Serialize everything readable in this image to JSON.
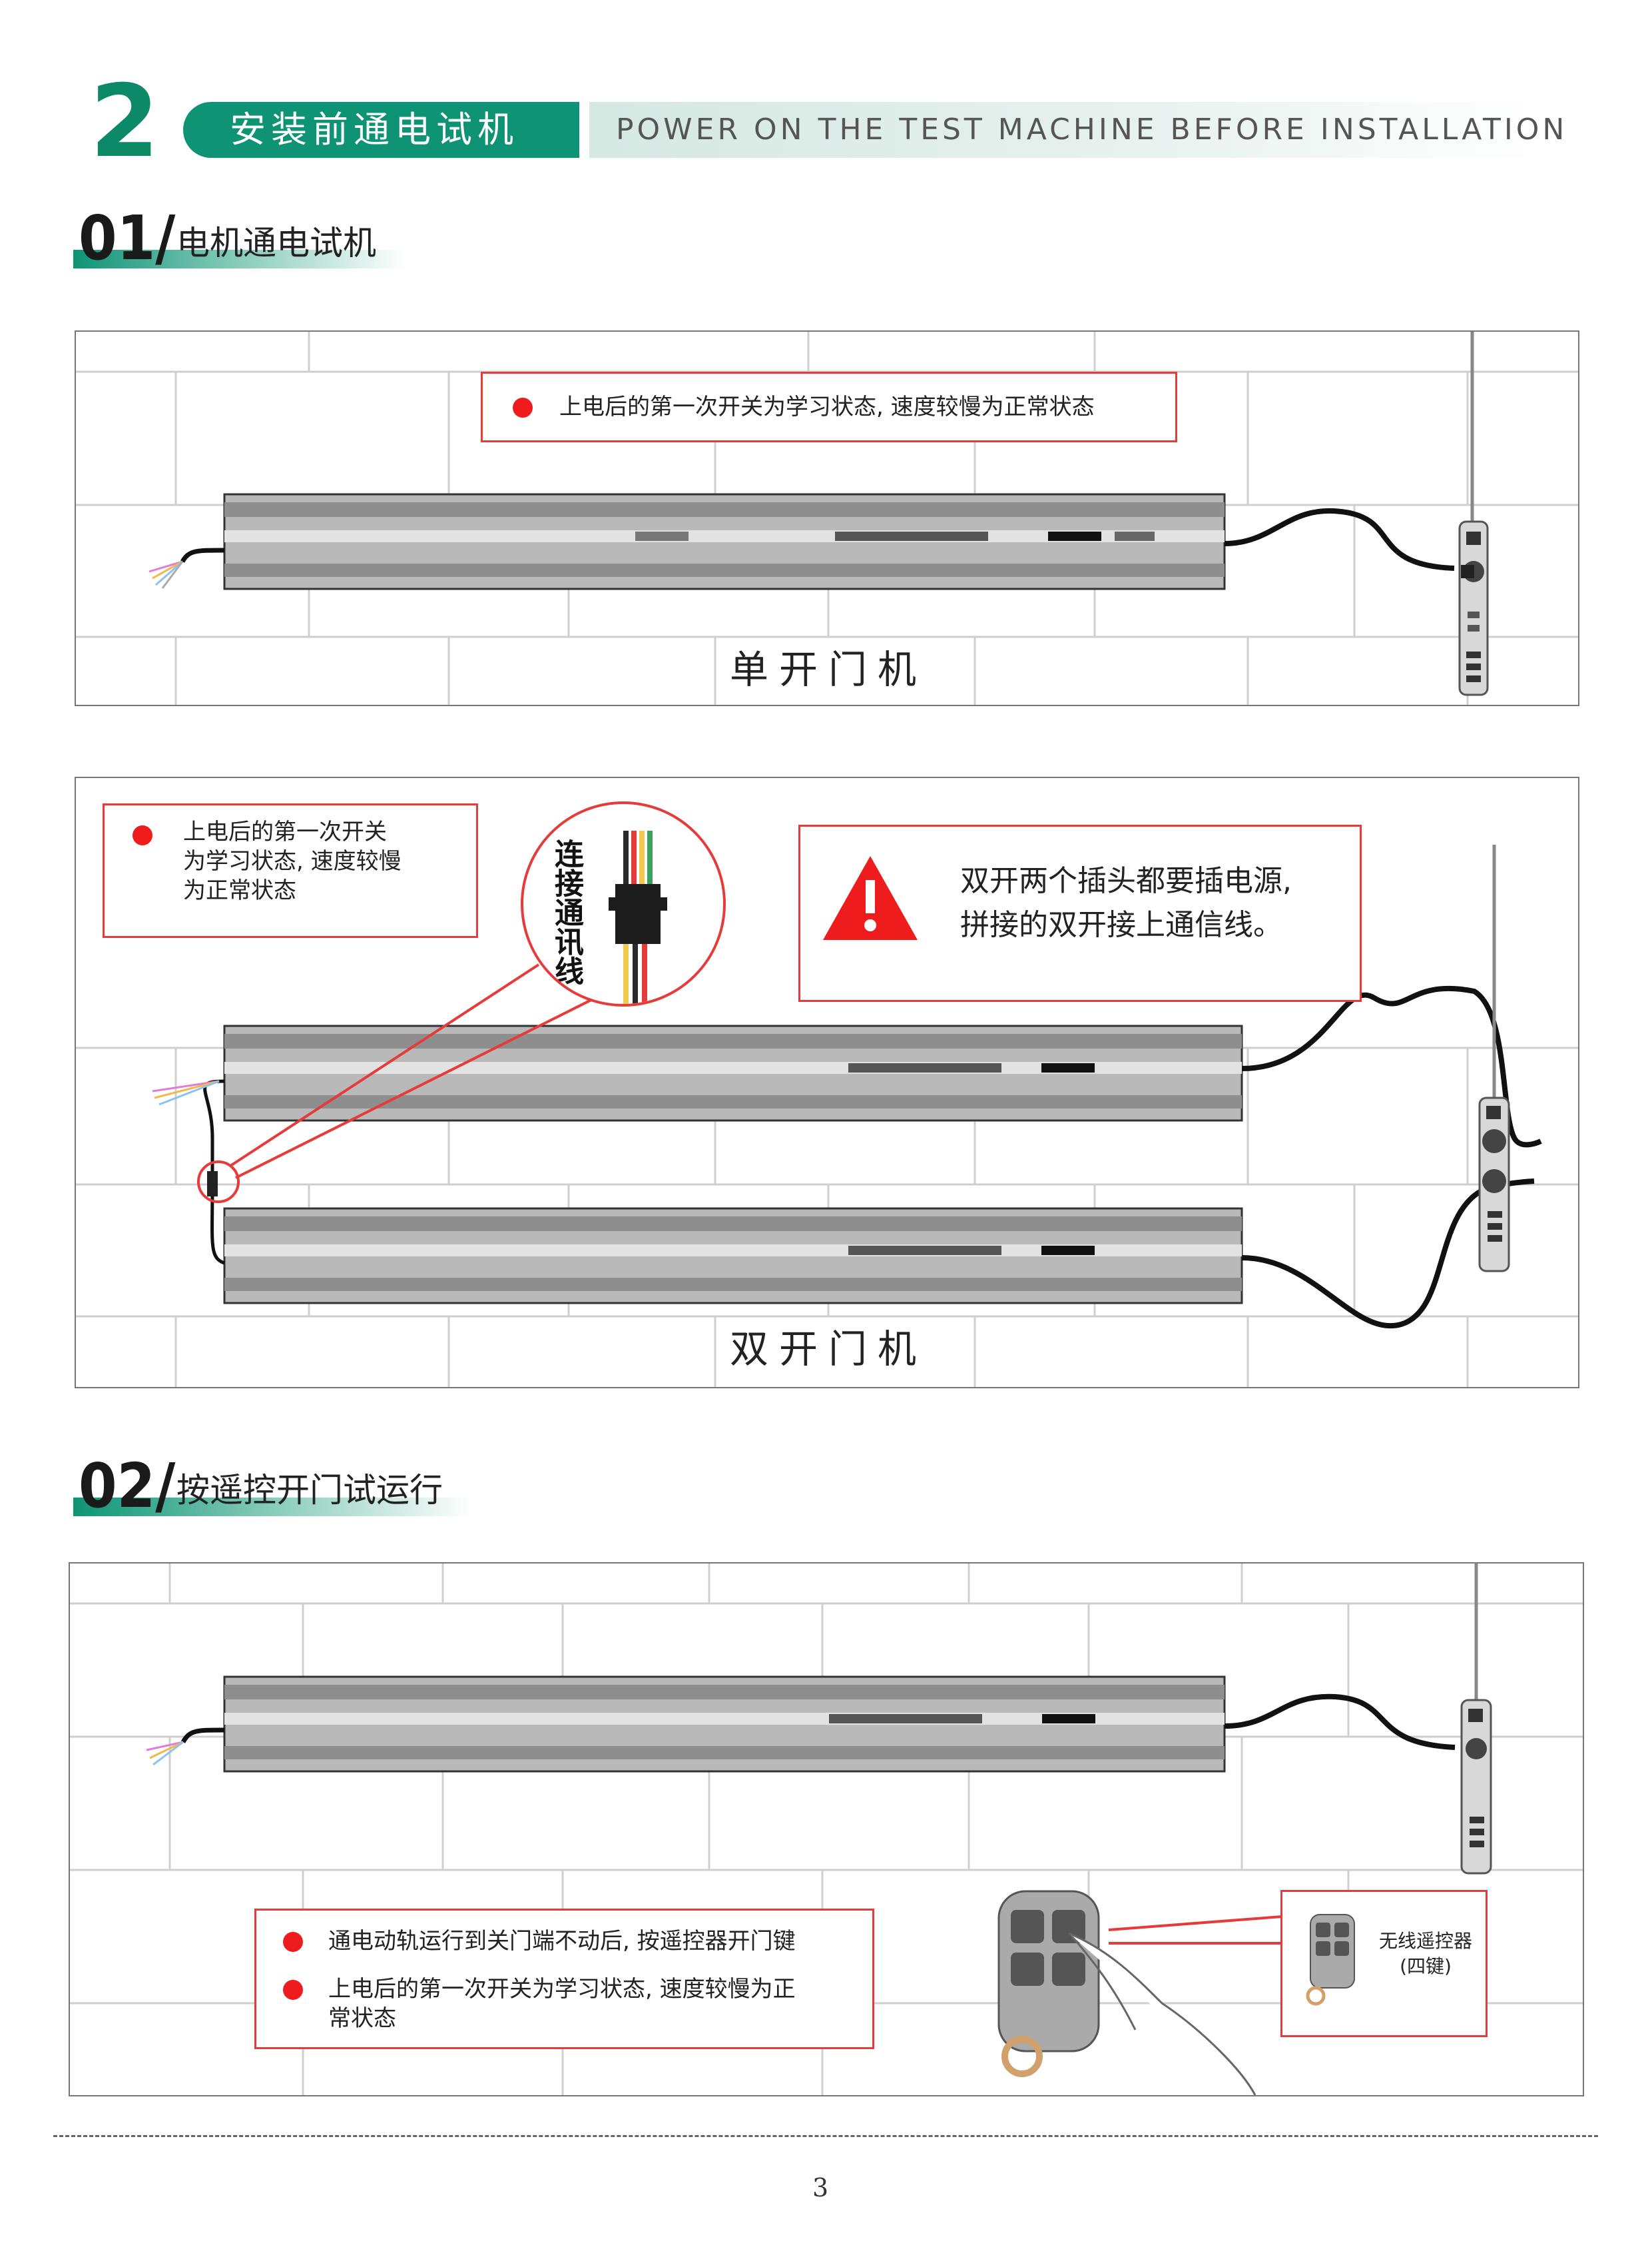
{
  "section": {
    "number": "2",
    "title_cn": "安装前通电试机",
    "title_en": "POWER ON THE TEST MACHINE BEFORE INSTALLATION"
  },
  "step1": {
    "number": "01/",
    "title": "电机通电试机",
    "panel_single": {
      "note": "上电后的第一次开关为学习状态, 速度较慢为正常状态",
      "caption": "单开门机"
    },
    "panel_double": {
      "note_lines": [
        "上电后的第一次开关",
        "为学习状态, 速度较慢",
        "为正常状态"
      ],
      "connector_label": "连接通讯线",
      "warning_lines": [
        "双开两个插头都要插电源,",
        "拼接的双开接上通信线。"
      ],
      "caption": "双开门机"
    }
  },
  "step2": {
    "number": "02/",
    "title": "按遥控开门试运行",
    "notes": [
      [
        "通电动轨运行到关门端不动后, 按遥控器开门键"
      ],
      [
        "上电后的第一次开关为学习状态, 速度较慢为正",
        "常状态"
      ]
    ],
    "remote_label_lines": [
      "无线遥控器",
      "(四键)"
    ]
  },
  "colors": {
    "brand_green": "#0e9475",
    "alert_red": "#e53b3b",
    "dot_red": "#ee1c1c"
  },
  "footer": {
    "page_number": "3"
  }
}
